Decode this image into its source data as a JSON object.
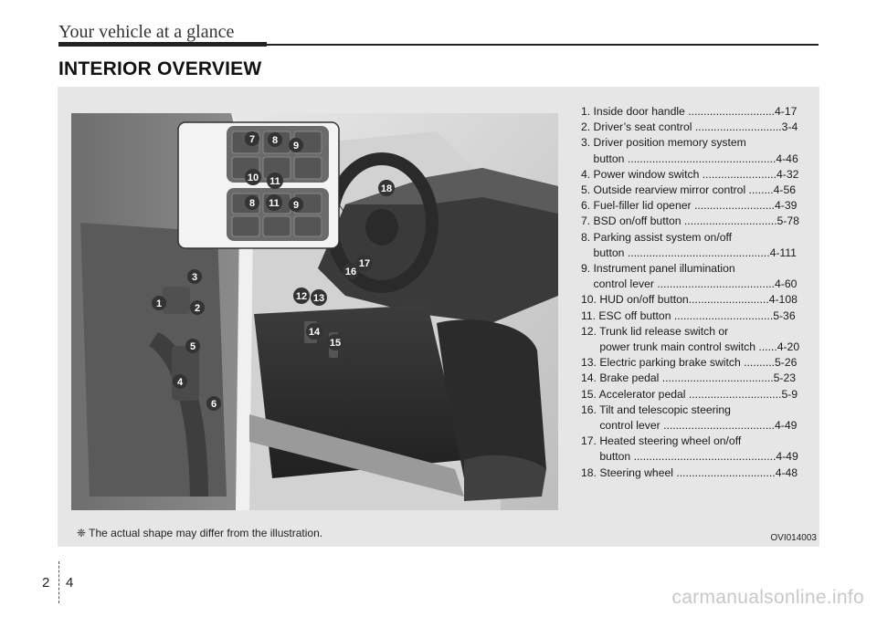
{
  "header": {
    "title": "Your vehicle at a glance"
  },
  "section": {
    "title": "INTERIOR OVERVIEW"
  },
  "legend": [
    {
      "line1": "1. Inside door handle ............................4-17"
    },
    {
      "line1": "2. Driver’s seat control ............................3-4"
    },
    {
      "line1": "3. Driver position memory system",
      "line2": "    button ................................................4-46"
    },
    {
      "line1": "4. Power window switch ........................4-32"
    },
    {
      "line1": "5. Outside rearview mirror control ........4-56"
    },
    {
      "line1": "6. Fuel-filler lid opener ..........................4-39"
    },
    {
      "line1": "7. BSD on/off button ..............................5-78"
    },
    {
      "line1": "8. Parking assist system on/off",
      "line2": "    button ..............................................4-111"
    },
    {
      "line1": "9. Instrument panel illumination",
      "line2": "    control lever ......................................4-60"
    },
    {
      "line1": "10. HUD on/off button..........................4-108"
    },
    {
      "line1": "11. ESC off button ................................5-36"
    },
    {
      "line1": "12. Trunk lid release switch or",
      "line2": "      power trunk main control switch ......4-20"
    },
    {
      "line1": "13. Electric parking brake switch ..........5-26"
    },
    {
      "line1": "14. Brake pedal ....................................5-23"
    },
    {
      "line1": "15. Accelerator pedal ..............................5-9"
    },
    {
      "line1": "16. Tilt and telescopic steering",
      "line2": "      control lever ....................................4-49"
    },
    {
      "line1": "17. Heated steering wheel on/off",
      "line2": "      button ..............................................4-49"
    },
    {
      "line1": "18. Steering wheel ................................4-48"
    }
  ],
  "callouts": [
    "1",
    "2",
    "3",
    "4",
    "5",
    "6",
    "7",
    "8",
    "9",
    "10",
    "11",
    "8",
    "11",
    "9",
    "12",
    "13",
    "14",
    "15",
    "16",
    "17",
    "18"
  ],
  "footnote": "❈ The actual shape may differ from the illustration.",
  "figure_code": "OVI014003",
  "page": {
    "chapter": "2",
    "number": "4"
  },
  "watermark": "carmanualsonline.info",
  "colors": {
    "panel": "#e6e6e6",
    "callout": "#333333",
    "rule": "#222222"
  }
}
